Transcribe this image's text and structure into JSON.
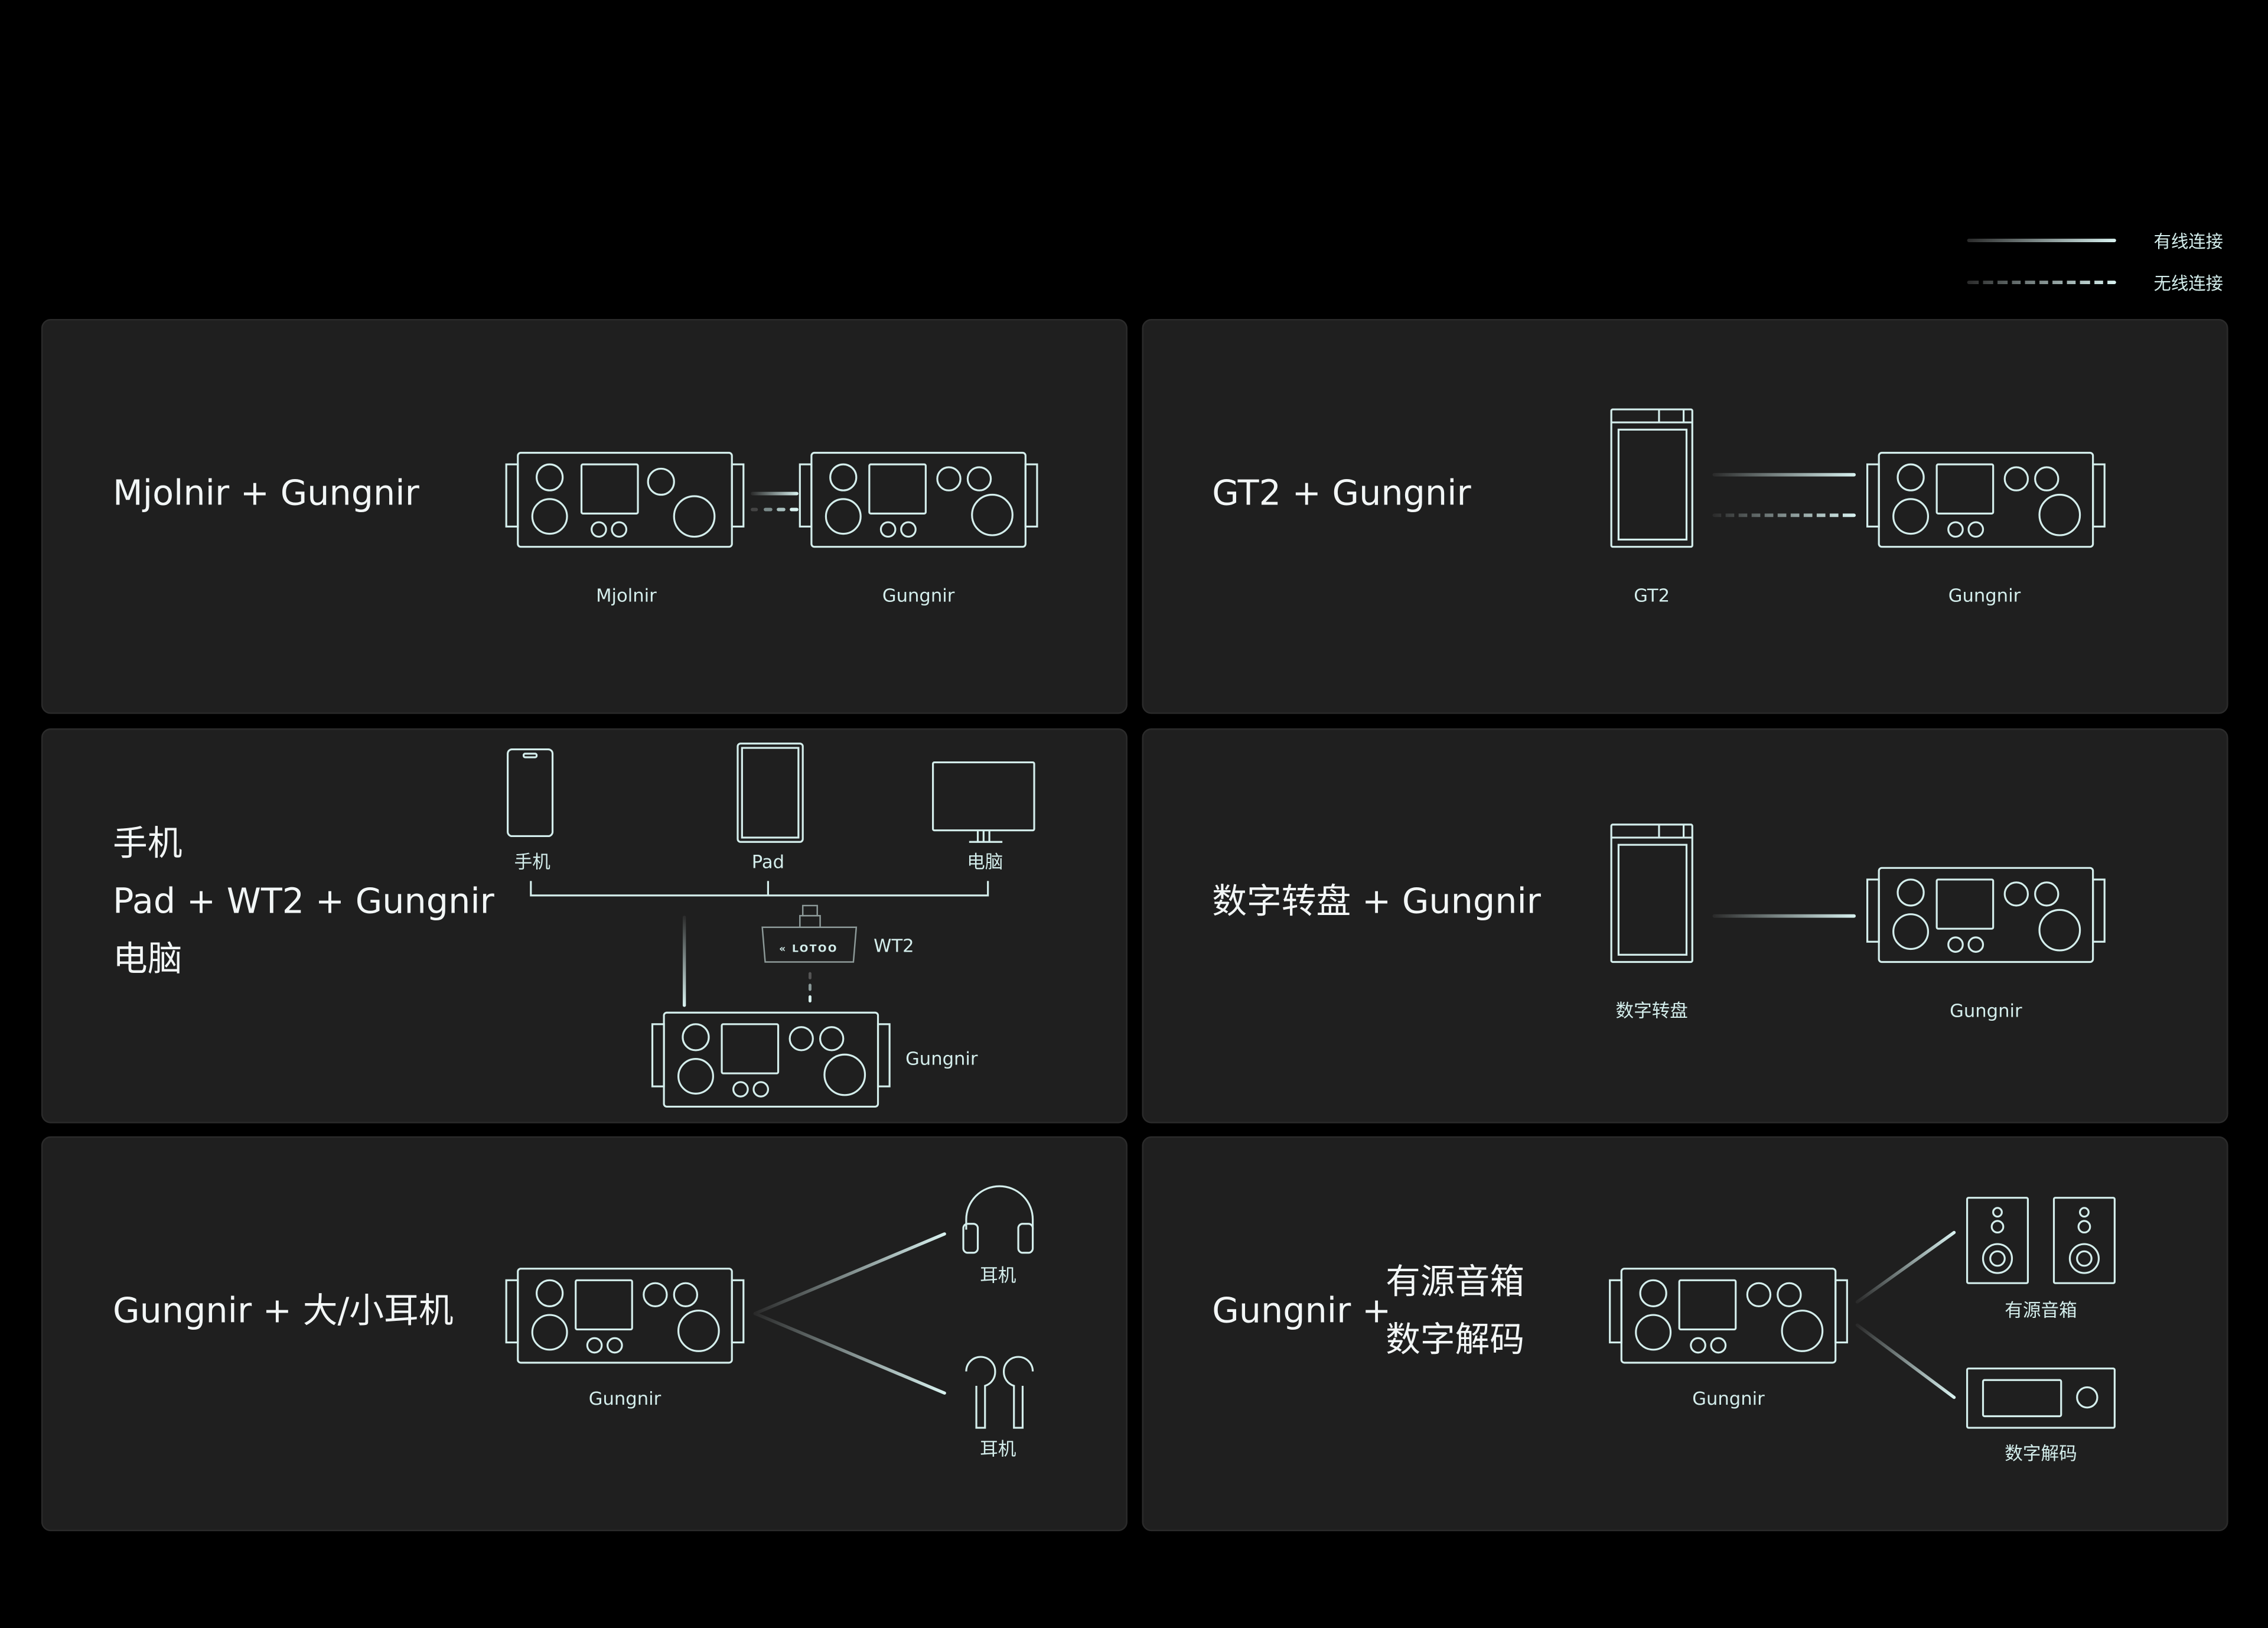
{
  "legend": {
    "wired": "有线连接",
    "wireless": "无线连接"
  },
  "colors": {
    "background": "#000000",
    "panel": "#1f1f1f",
    "line": "#d4eeec"
  },
  "panels": [
    {
      "title": "Mjolnir + Gungnir",
      "labels": [
        "Mjolnir",
        "Gungnir"
      ]
    },
    {
      "title": "GT2 + Gungnir",
      "labels": [
        "GT2",
        "Gungnir"
      ]
    },
    {
      "title_lines": [
        "手机",
        "Pad + WT2 + Gungnir",
        "电脑"
      ],
      "labels": [
        "手机",
        "Pad",
        "电脑",
        "WT2",
        "Gungnir"
      ],
      "logo": "Lotoo"
    },
    {
      "title": "数字转盘 + Gungnir",
      "labels": [
        "数字转盘",
        "Gungnir"
      ]
    },
    {
      "title": "Gungnir + 大/小耳机",
      "labels": [
        "Gungnir",
        "耳机",
        "耳机"
      ]
    },
    {
      "title": "Gungnir +",
      "title_lines": [
        "有源音箱",
        "数字解码"
      ],
      "labels": [
        "Gungnir",
        "有源音箱",
        "数字解码"
      ]
    }
  ]
}
